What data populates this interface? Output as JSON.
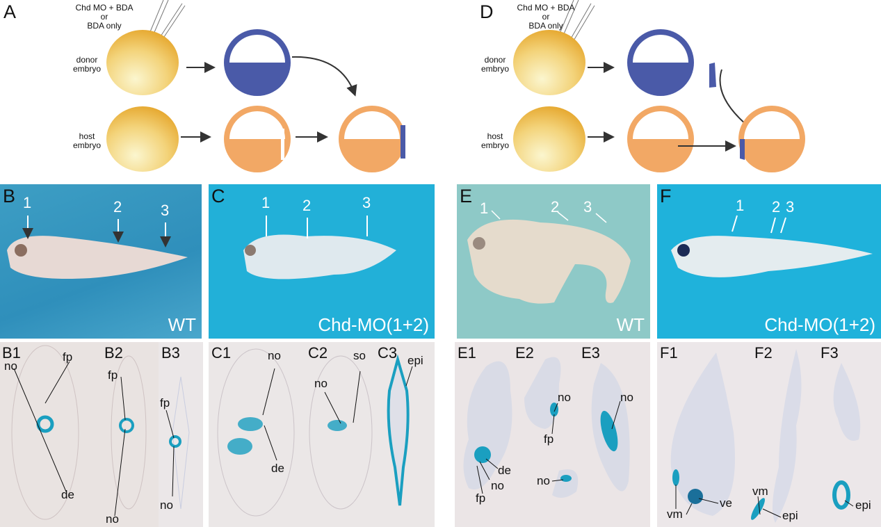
{
  "panels": {
    "A": {
      "letter": "A",
      "injection": [
        "Chd MO + BDA",
        "or",
        "BDA only"
      ],
      "donor": [
        "donor",
        "embryo"
      ],
      "host": [
        "host",
        "embryo"
      ]
    },
    "D": {
      "letter": "D",
      "injection": [
        "Chd MO + BDA",
        "or",
        "BDA only"
      ],
      "donor": [
        "donor",
        "embryo"
      ],
      "host": [
        "host",
        "embryo"
      ]
    },
    "B": {
      "letter": "B",
      "tag": "WT",
      "arrows": [
        "1",
        "2",
        "3"
      ]
    },
    "C": {
      "letter": "C",
      "tag": "Chd-MO(1+2)",
      "arrows": [
        "1",
        "2",
        "3"
      ]
    },
    "E": {
      "letter": "E",
      "tag": "WT",
      "arrows": [
        "1",
        "2",
        "3"
      ]
    },
    "F": {
      "letter": "F",
      "tag": "Chd-MO(1+2)",
      "arrows": [
        "1",
        "2",
        "3"
      ]
    }
  },
  "sections": {
    "B": {
      "subs": [
        "B1",
        "B2",
        "B3"
      ],
      "labels": [
        "no",
        "fp",
        "de",
        "fp",
        "no",
        "fp",
        "no"
      ]
    },
    "C": {
      "subs": [
        "C1",
        "C2",
        "C3"
      ],
      "labels": [
        "no",
        "de",
        "no",
        "so",
        "epi"
      ]
    },
    "E": {
      "subs": [
        "E1",
        "E2",
        "E3"
      ],
      "labels": [
        "de",
        "no",
        "fp",
        "no",
        "fp",
        "no",
        "no"
      ]
    },
    "F": {
      "subs": [
        "F1",
        "F2",
        "F3"
      ],
      "labels": [
        "vm",
        "ve",
        "vm",
        "epi",
        "epi"
      ]
    }
  },
  "colors": {
    "blue": "#4a5aa8",
    "orange": "#f2a865",
    "stain": "#1a9fc0"
  }
}
